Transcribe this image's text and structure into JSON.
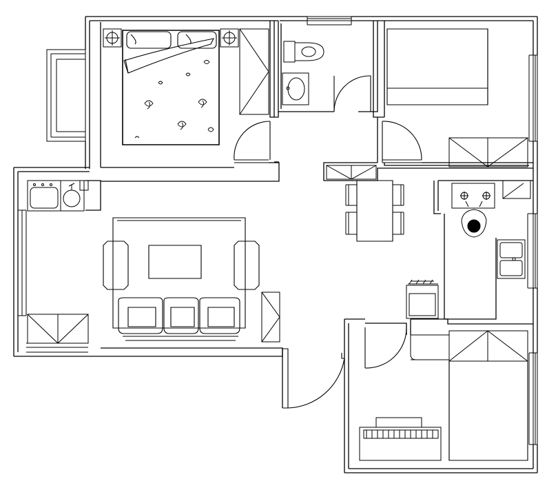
{
  "drawing": {
    "background": "#ffffff",
    "line_color": "#000000",
    "rooms": [
      {
        "id": "master-bedroom",
        "furniture": [
          "double-bed",
          "nightstand-lamp",
          "nightstand-lamp",
          "wardrobe"
        ]
      },
      {
        "id": "bathroom",
        "furniture": [
          "toilet",
          "wash-basin",
          "window"
        ]
      },
      {
        "id": "bedroom-east",
        "furniture": [
          "single-bed",
          "wardrobe",
          "window"
        ]
      },
      {
        "id": "balcony-west",
        "furniture": [
          "railing",
          "window"
        ]
      },
      {
        "id": "laundry",
        "furniture": [
          "washing-machine",
          "water-heater"
        ]
      },
      {
        "id": "living-room",
        "furniture": [
          "three-seat-sofa",
          "armchair",
          "armchair",
          "coffee-table",
          "side-cabinet",
          "corner-cabinet"
        ]
      },
      {
        "id": "dining",
        "furniture": [
          "dining-table",
          "chair",
          "chair",
          "chair",
          "chair",
          "sideboard"
        ]
      },
      {
        "id": "kitchen",
        "furniture": [
          "gas-stove",
          "kitchen-sink",
          "refrigerator",
          "person-cooking",
          "window"
        ]
      },
      {
        "id": "entry-hall",
        "furniture": [
          "entrance-door"
        ]
      },
      {
        "id": "study-bedroom",
        "furniture": [
          "piano-keyboard",
          "single-bed",
          "wardrobe",
          "window"
        ]
      }
    ]
  }
}
